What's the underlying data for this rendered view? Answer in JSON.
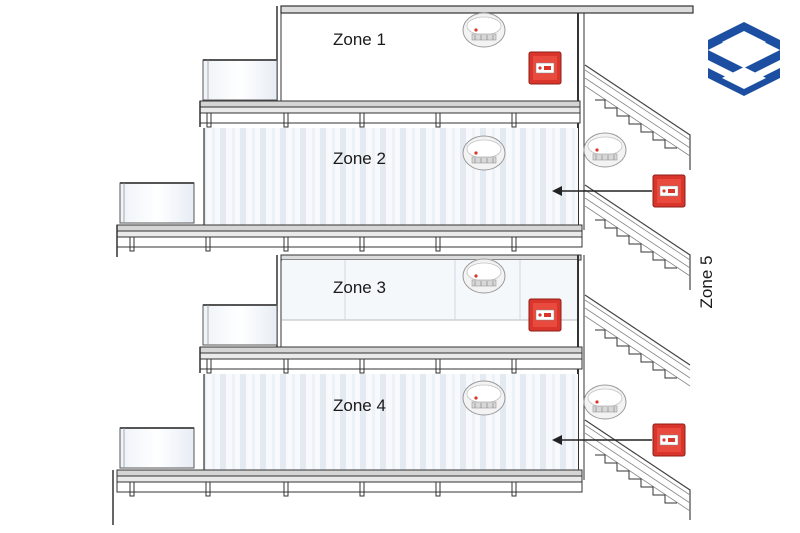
{
  "zones": [
    {
      "id": "zone-1",
      "label": "Zone 1",
      "has_call_point": true
    },
    {
      "id": "zone-2",
      "label": "Zone 2",
      "has_call_point": false
    },
    {
      "id": "zone-3",
      "label": "Zone 3",
      "has_call_point": true
    },
    {
      "id": "zone-4",
      "label": "Zone 4",
      "has_call_point": false
    }
  ],
  "stair_zone": {
    "label": "Zone 5"
  },
  "colors": {
    "call_point": "#d9352b",
    "call_point_dark": "#a3241c",
    "detector": "#f2f2f2",
    "structure_stroke": "#333333",
    "slab_fill": "#d8d8d8",
    "glass_fill": "#e8eef5",
    "logo_blue": "#1c4fa1"
  },
  "icons": [
    "smoke-detector-icon",
    "manual-call-point-icon",
    "company-logo-icon",
    "arrow-left-icon"
  ]
}
